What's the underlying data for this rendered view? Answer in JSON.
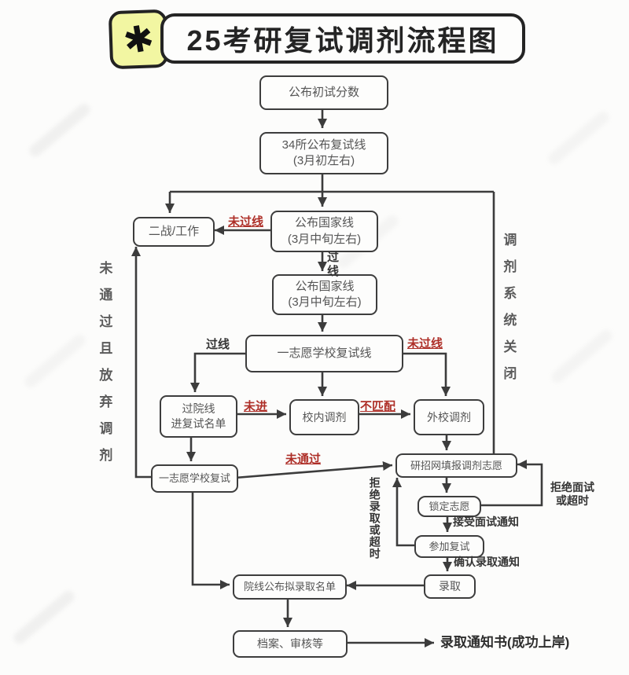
{
  "title": {
    "icon": "✱",
    "text": "25考研复试调剂流程图"
  },
  "nodes": {
    "publish_scores": "公布初试分数",
    "line34": "34所公布复试线\n(3月初左右)",
    "second_try": "二战/工作",
    "national_line1": "公布国家线\n(3月中旬左右)",
    "national_line2": "公布国家线\n(3月中旬左右)",
    "first_choice_line": "一志愿学校复试线",
    "pass_school_line": "过院线\n进复试名单",
    "internal_adjust": "校内调剂",
    "external_adjust": "外校调剂",
    "first_choice_retest": "一志愿学校复试",
    "fill_adjust": "研招网填报调剂志愿",
    "lock_choice": "锁定志愿",
    "attend_retest": "参加复试",
    "admitted": "录取",
    "admit_list": "院线公布拟录取名单",
    "archives": "档案、审核等"
  },
  "labels": {
    "not_pass_left": "未过线",
    "pass_vertical": "过\n线",
    "pass_line": "过线",
    "not_pass_right": "未过线",
    "not_in": "未进",
    "mismatch": "不匹配",
    "not_passed": "未通过",
    "accept_interview": "接受面试通知",
    "reject_interview": "拒绝面试\n或超时",
    "reject_admission": "拒绝录取或超时",
    "confirm_admission": "确认录取通知",
    "final_result": "录取通知书(成功上岸)",
    "side_left": "未通过且放弃调剂",
    "side_right": "调剂系统关闭"
  },
  "colors": {
    "ink": "#3c3c3c",
    "node_text": "#555555",
    "red": "#ae2f28",
    "badge_bg": "#f2f6a2"
  }
}
